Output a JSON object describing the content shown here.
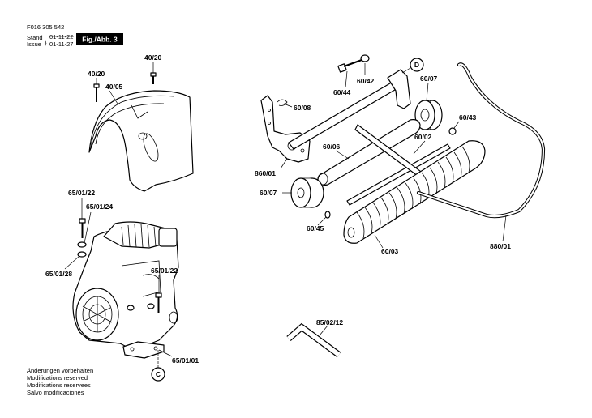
{
  "header": {
    "doc_number": "F016 305 542",
    "stand_label": "Stand",
    "issue_label": "Issue",
    "stand_date": "01-11-22",
    "issue_date": "01-11-27",
    "figure_label": "Fig./Abb. 3"
  },
  "parts": {
    "p40_20_a": "40/20",
    "p40_20_b": "40/20",
    "p40_05": "40/05",
    "p65_01_22_a": "65/01/22",
    "p65_01_24": "65/01/24",
    "p65_01_28": "65/01/28",
    "p65_01_22_b": "65/01/22",
    "p65_01_01": "65/01/01",
    "p60_44": "60/44",
    "p60_42": "60/42",
    "p60_07_a": "60/07",
    "p60_08": "60/08",
    "p60_43": "60/43",
    "p60_06": "60/06",
    "p60_02": "60/02",
    "p860_01": "860/01",
    "p60_07_b": "60/07",
    "p60_45": "60/45",
    "p60_03": "60/03",
    "p880_01": "880/01",
    "p85_02_12": "85/02/12"
  },
  "callouts": {
    "c": "C",
    "d": "D"
  },
  "footer_notes": [
    "Änderungen vorbehalten",
    "Modifications reserved",
    "Modifications reservees",
    "Salvo modificaciones"
  ]
}
